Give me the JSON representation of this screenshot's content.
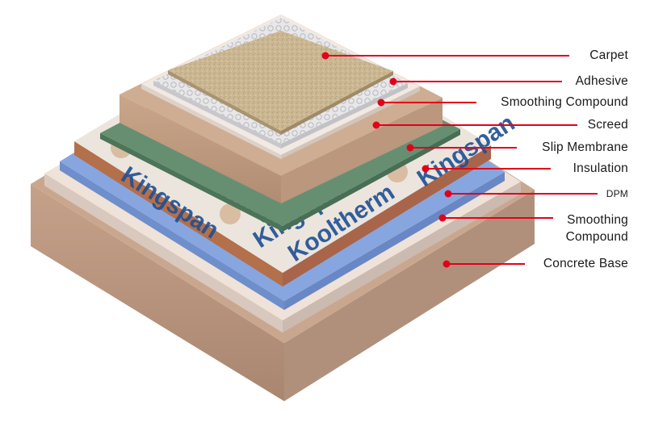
{
  "layers": [
    {
      "id": "carpet",
      "label": "Carpet"
    },
    {
      "id": "adhesive",
      "label": "Adhesive"
    },
    {
      "id": "smoothing-top",
      "label": "Smoothing Compound"
    },
    {
      "id": "screed",
      "label": "Screed"
    },
    {
      "id": "slip-membrane",
      "label": "Slip Membrane"
    },
    {
      "id": "insulation",
      "label": "Insulation"
    },
    {
      "id": "dpm",
      "label": "DPM"
    },
    {
      "id": "smoothing-bottom",
      "label_line1": "Smoothing",
      "label_line2": "Compound"
    },
    {
      "id": "concrete",
      "label": "Concrete Base"
    }
  ],
  "board_print": {
    "brand_a": "Kingspan",
    "brand_b": "Kooltherm"
  },
  "colors": {
    "leader": "#e3001b",
    "carpet": "#c8b48e",
    "screed": "#c9a58a",
    "membrane": "#5e8a6a",
    "insulation_face": "#e9e4dc",
    "insulation_edge": "#b26e4b",
    "dpm": "#7d9fd8",
    "smoothing": "#ecdcd2",
    "concrete": "#c6a28a"
  }
}
